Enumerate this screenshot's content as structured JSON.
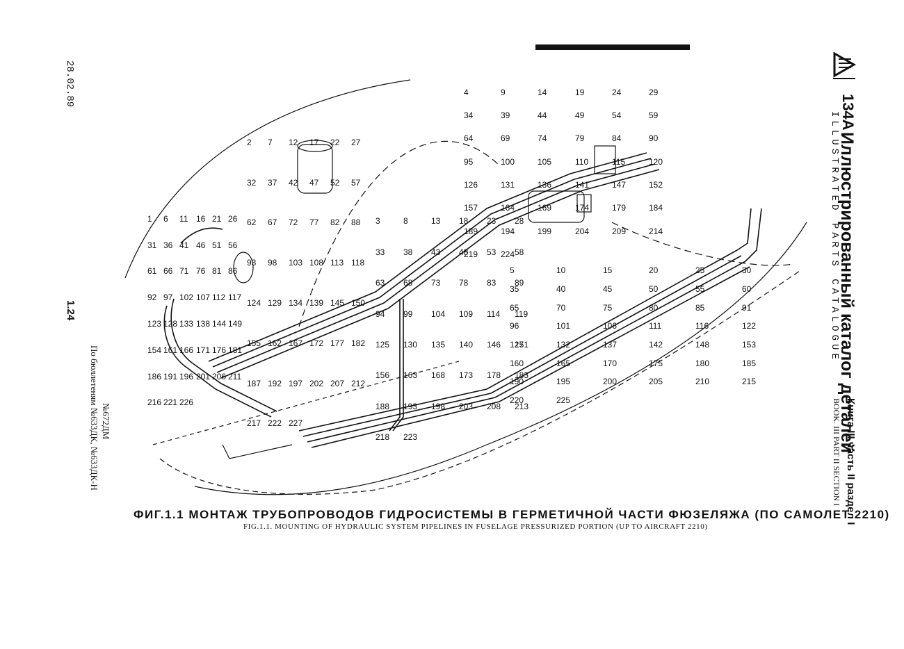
{
  "header": {
    "model": "134A",
    "title_ru": "Иллюстрированный каталог деталей",
    "title_en": "ILLUSTRATED PARTS CATALOGUE",
    "book_ru": "Книга III часть II раздел I",
    "book_en": "BOOK. III PART II SECTION I"
  },
  "margin": {
    "date": "28.02.89",
    "page_number": "1.24",
    "bulletin_line1": "По бюллетеням №633ДК, №633ДК-Н",
    "bulletin_line2": "№672ДМ"
  },
  "figure": {
    "caption_ru": "ФИГ.1.1 МОНТАЖ ТРУБОПРОВОДОВ ГИДРОСИСТЕМЫ В ГЕРМЕТИЧНОЙ ЧАСТИ ФЮЗЕЛЯЖА (ПО САМОЛЕТ 2210)",
    "caption_en": "FIG.1.1. MOUNTING OF HYDRAULIC SYSTEM PIPELINES IN FUSELAGE PRESSURIZED PORTION (UP TO AIRCRAFT 2210)",
    "callouts": [
      "1",
      "2",
      "3",
      "4",
      "5",
      "6",
      "7",
      "8",
      "9",
      "10",
      "11",
      "12",
      "13",
      "14",
      "15",
      "16",
      "17",
      "18",
      "19",
      "20",
      "21",
      "22",
      "23",
      "24",
      "25",
      "26",
      "27",
      "28",
      "29",
      "30",
      "31",
      "32",
      "33",
      "34",
      "35",
      "36",
      "37",
      "38",
      "39",
      "40",
      "41",
      "42",
      "43",
      "44",
      "45",
      "46",
      "47",
      "48",
      "49",
      "50",
      "51",
      "52",
      "53",
      "54",
      "55",
      "56",
      "57",
      "58",
      "59",
      "60",
      "61",
      "62",
      "63",
      "64",
      "65",
      "66",
      "67",
      "68",
      "69",
      "70",
      "71",
      "72",
      "73",
      "74",
      "75",
      "76",
      "77",
      "78",
      "79",
      "80",
      "81",
      "82",
      "83",
      "84",
      "85",
      "86",
      "88",
      "89",
      "90",
      "91",
      "92",
      "93",
      "94",
      "95",
      "96",
      "97",
      "98",
      "99",
      "100",
      "101",
      "102",
      "103",
      "104",
      "105",
      "106",
      "107",
      "108",
      "109",
      "110",
      "111",
      "112",
      "113",
      "114",
      "115",
      "116",
      "117",
      "118",
      "119",
      "120",
      "122",
      "123",
      "124",
      "125",
      "126",
      "127",
      "128",
      "129",
      "130",
      "131",
      "132",
      "133",
      "134",
      "135",
      "136",
      "137",
      "138",
      "139",
      "140",
      "141",
      "142",
      "144",
      "145",
      "146",
      "147",
      "148",
      "149",
      "150",
      "151",
      "152",
      "153",
      "154",
      "155",
      "156",
      "157",
      "160",
      "161",
      "162",
      "163",
      "164",
      "165",
      "166",
      "167",
      "168",
      "169",
      "170",
      "171",
      "172",
      "173",
      "174",
      "175",
      "176",
      "177",
      "178",
      "179",
      "180",
      "181",
      "182",
      "183",
      "184",
      "185",
      "186",
      "187",
      "188",
      "189",
      "190",
      "191",
      "192",
      "193",
      "194",
      "195",
      "196",
      "197",
      "198",
      "199",
      "200",
      "201",
      "202",
      "203",
      "204",
      "205",
      "206",
      "207",
      "208",
      "209",
      "210",
      "211",
      "212",
      "213",
      "214",
      "215",
      "216",
      "217",
      "218",
      "219",
      "220",
      "221",
      "222",
      "223",
      "224",
      "225",
      "226",
      "227"
    ]
  }
}
